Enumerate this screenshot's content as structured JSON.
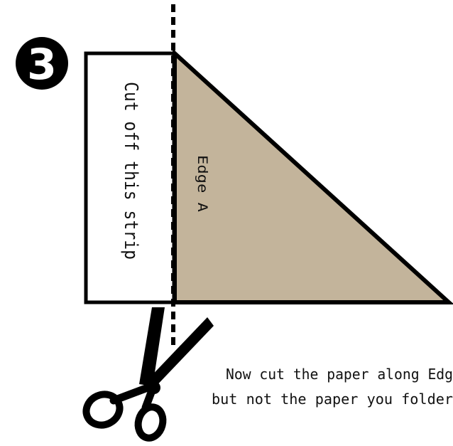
{
  "step": {
    "number": "3"
  },
  "labels": {
    "strip": "Cut off this strip",
    "edge": "Edge A",
    "instruction_line1": "Now cut the paper along Edg",
    "instruction_line2": "but not the paper you folder"
  },
  "colors": {
    "triangle_fill": "#c3b49b",
    "outline": "#000000",
    "background": "#ffffff"
  },
  "icons": [
    "step-number-badge-icon",
    "scissors-icon"
  ]
}
